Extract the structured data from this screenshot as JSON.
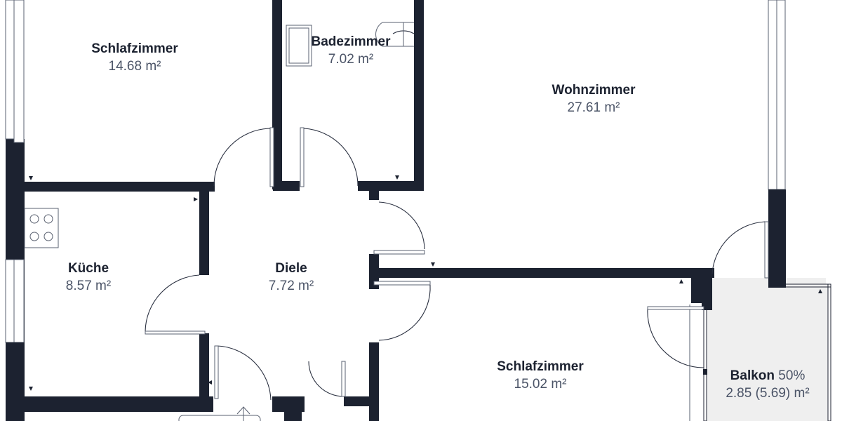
{
  "plan": {
    "colors": {
      "wall": "#1c2230",
      "text": "#1c2230",
      "area_text": "#4b5467",
      "balcony_fill": "#efefef"
    },
    "rooms": [
      {
        "name": "Schlafzimmer",
        "area": "14.68 m²"
      },
      {
        "name": "Badezimmer",
        "area": "7.02 m²"
      },
      {
        "name": "Wohnzimmer",
        "area": "27.61 m²"
      },
      {
        "name": "Küche",
        "area": "8.57 m²"
      },
      {
        "name": "Diele",
        "area": "7.72 m²"
      },
      {
        "name": "Schlafzimmer",
        "area": "15.02 m²"
      },
      {
        "name": "Balkon",
        "percent": "50%",
        "area": "2.85 (5.69) m²"
      }
    ],
    "fixtures": [
      "stove-icon",
      "sink-icon",
      "toilet-icon",
      "entrance-arrow-icon"
    ]
  }
}
